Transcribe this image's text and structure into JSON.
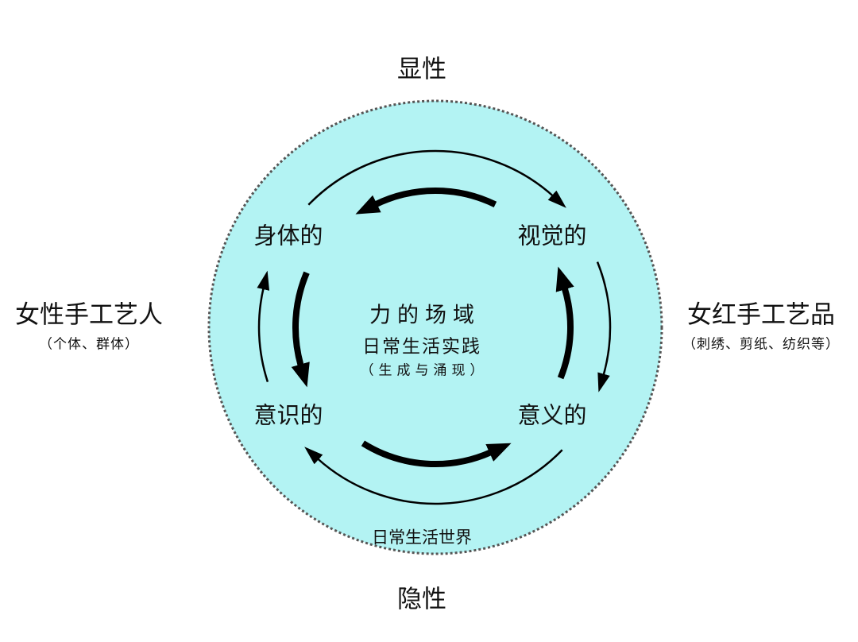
{
  "top_label": "显性",
  "bottom_label": "隐性",
  "left": {
    "title": "女性手工艺人",
    "subtitle": "（个体、群体）"
  },
  "right": {
    "title": "女红手工艺品",
    "subtitle": "（刺绣、剪纸、纺织等）"
  },
  "nodes": {
    "top_left": "身体的",
    "top_right": "视觉的",
    "bottom_left": "意识的",
    "bottom_right": "意义的"
  },
  "center": {
    "title": "力的场域",
    "line2": "日常生活实践",
    "line3": "（生成与涌现）"
  },
  "world_label": "日常生活世界",
  "colors": {
    "circle_fill": "#b3f3f3",
    "circle_border": "#555555",
    "arrow": "#000000"
  }
}
